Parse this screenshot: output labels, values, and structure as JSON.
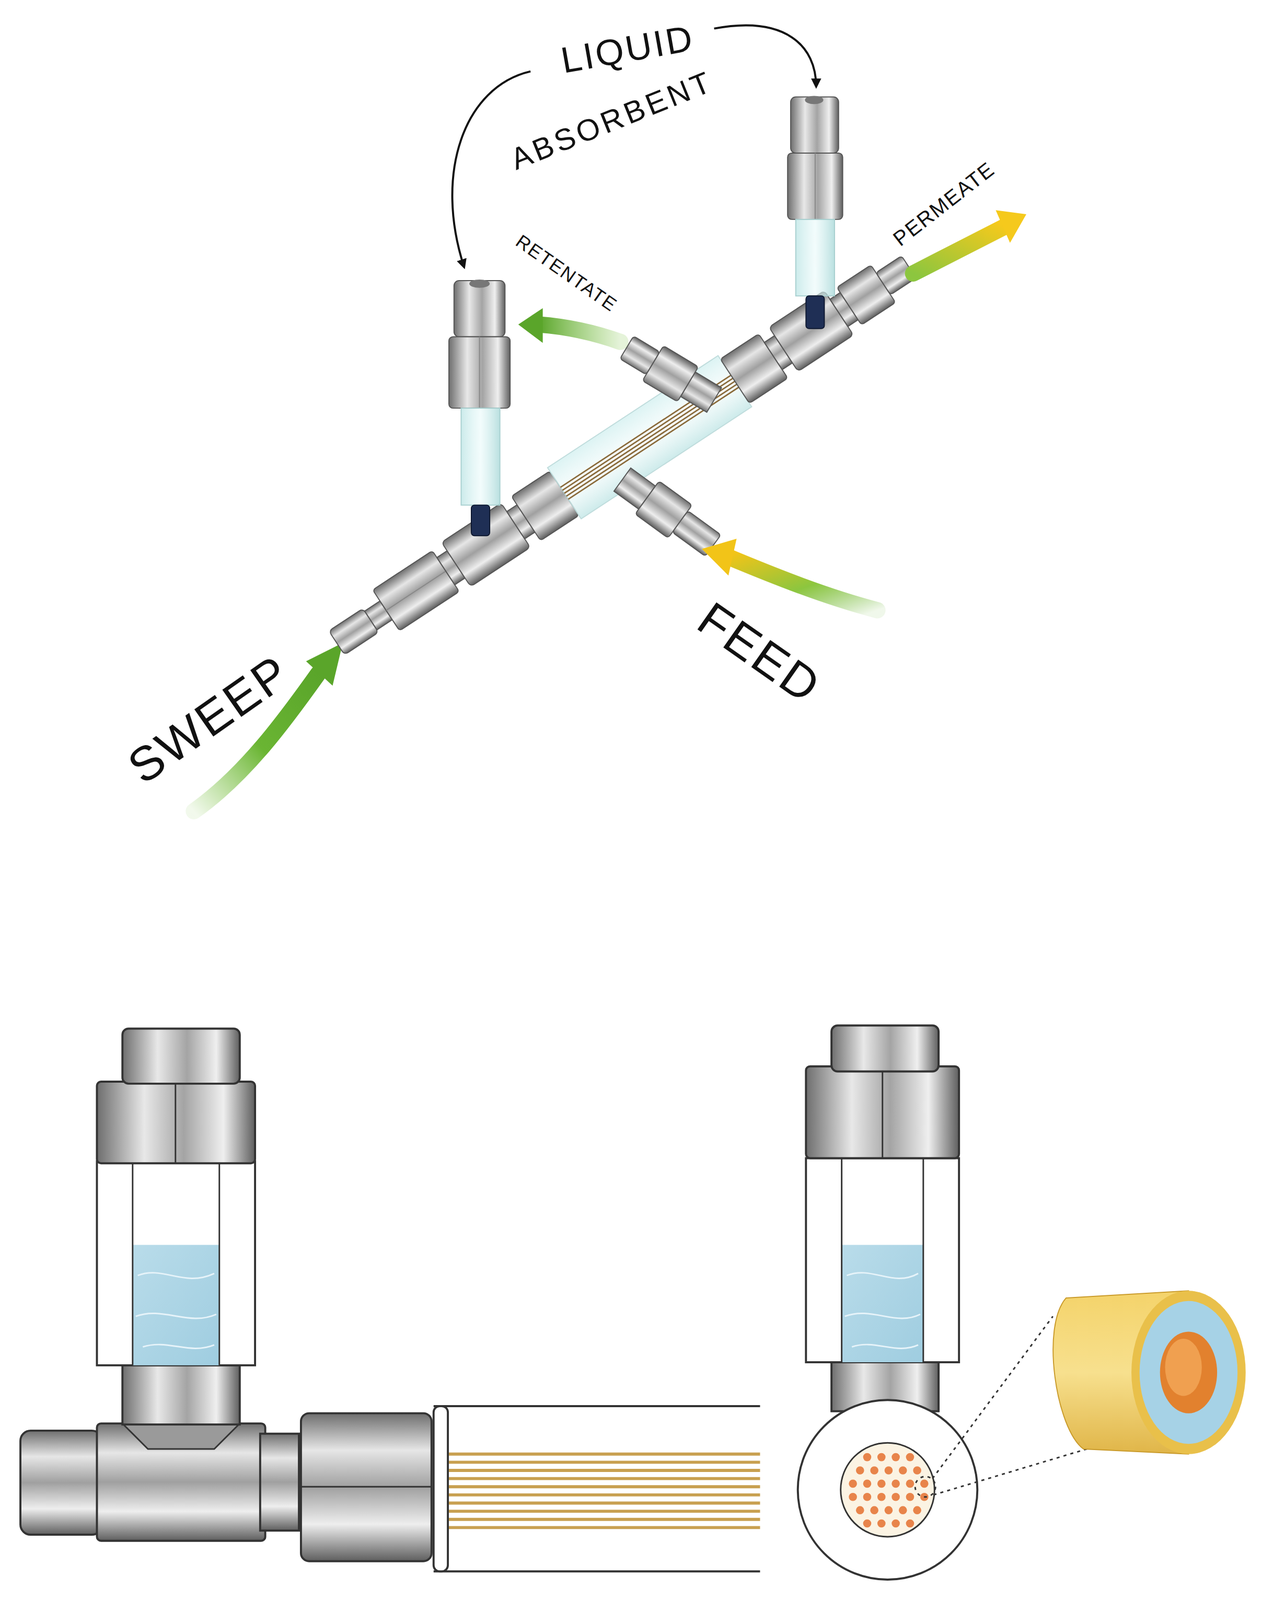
{
  "diagram": {
    "labels": [
      "LIQUID",
      "ABSORBENT",
      "RETENTATE",
      "PERMEATE",
      "FEED",
      "SWEEP"
    ]
  }
}
